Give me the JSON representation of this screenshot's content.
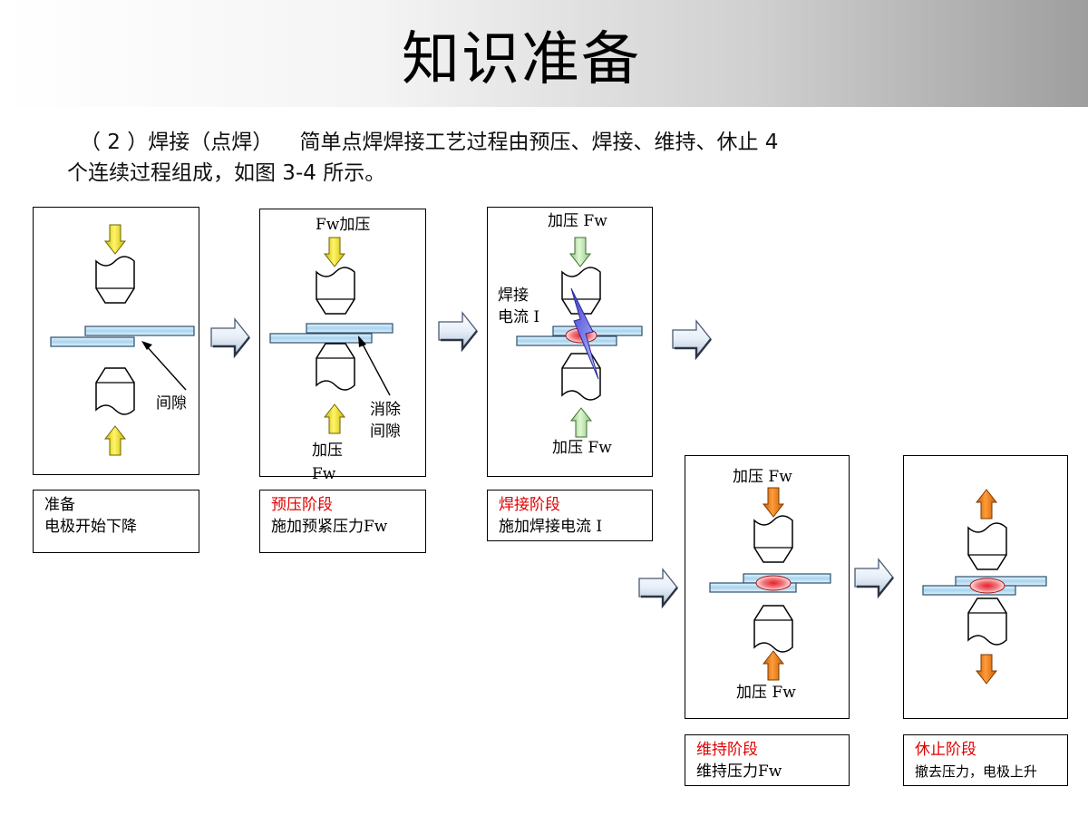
{
  "header": {
    "title": "知识准备"
  },
  "intro": {
    "line1": "（ 2 ）焊接（点焊）    简单点焊焊接工艺过程由预压、焊接、维持、休止 4",
    "line2": "个连续过程组成，如图 3-4 所示。"
  },
  "stages": [
    {
      "labels": {
        "gap": "间隙"
      },
      "caption_title": "准备",
      "caption_desc": "电极开始下降"
    },
    {
      "labels": {
        "top": "Fw加压",
        "gap": "消除\n间隙",
        "bottom": "加压\nFw"
      },
      "caption_title": "预压阶段",
      "caption_desc": "施加预紧压力Fw"
    },
    {
      "labels": {
        "top": "加压 Fw",
        "current": "焊接\n电流 I",
        "bottom": "加压 Fw"
      },
      "caption_title": "焊接阶段",
      "caption_desc": "施加焊接电流 I"
    },
    {
      "labels": {
        "top": "加压 Fw",
        "bottom": "加压 Fw"
      },
      "caption_title": "维持阶段",
      "caption_desc": "维持压力Fw"
    },
    {
      "labels": {},
      "caption_title": "休止阶段",
      "caption_desc": "撤去压力，电极上升"
    }
  ],
  "colors": {
    "caption_title_red": "#e00000",
    "arrow_yellow": "#f2e600",
    "arrow_green": "#b8e6a0",
    "arrow_orange": "#ee7a10",
    "sheet_blue": "#bfe0f5",
    "nugget_red": "#e8202a"
  }
}
